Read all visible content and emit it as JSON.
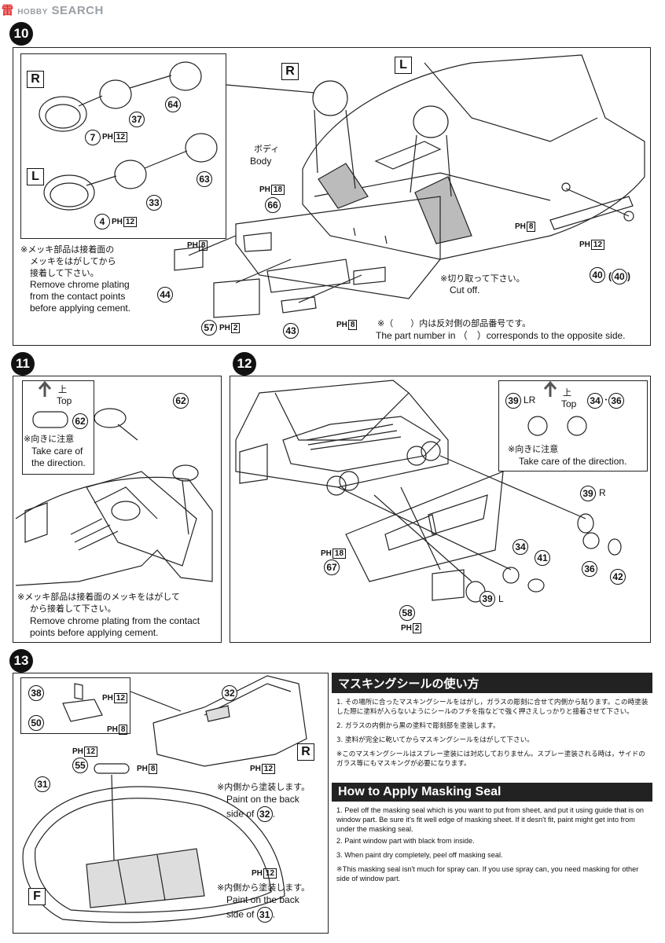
{
  "logo": {
    "cjk": "雷",
    "brand": "HOBBY",
    "suffix": "SEARCH"
  },
  "step10": {
    "number": "10",
    "box_R": "R",
    "box_L": "L",
    "box_R2": "R",
    "box_L2": "L",
    "parts": {
      "p64": "64",
      "p37": "37",
      "p7": "7",
      "p63": "63",
      "p33": "33",
      "p4": "4",
      "p66": "66",
      "p44": "44",
      "p57": "57",
      "p43": "43",
      "p40": "40",
      "p40b": "40"
    },
    "ph": {
      "ph12a": "12",
      "ph12b": "12",
      "ph18": "18",
      "ph8a": "8",
      "ph2": "2",
      "ph8b": "8",
      "ph8c": "8",
      "ph12c": "12"
    },
    "body_jp": "ボディ",
    "body_en": "Body",
    "chrome_jp1": "※メッキ部品は接着面の",
    "chrome_jp2": "メッキをはがしてから",
    "chrome_jp3": "接着して下さい。",
    "chrome_en1": "Remove chrome plating",
    "chrome_en2": "from the contact points",
    "chrome_en3": "before applying cement.",
    "cut_jp": "※切り取って下さい。",
    "cut_en": "Cut off.",
    "note_jp": "※（　　）内は反対側の部品番号です。",
    "note_en": "The part number in （　）corresponds to the opposite side."
  },
  "step11": {
    "number": "11",
    "top_jp": "上",
    "top_en": "Top",
    "p62a": "62",
    "p62b": "62",
    "dir_jp": "※向きに注意",
    "dir_en1": "Take care of",
    "dir_en2": "the direction.",
    "chrome_jp1": "※メッキ部品は接着面のメッキをはがして",
    "chrome_jp2": "から接着して下さい。",
    "chrome_en1": "Remove chrome plating from the contact",
    "chrome_en2": "points before applying cement."
  },
  "step12": {
    "number": "12",
    "p39lr": "39",
    "lr_label": "LR",
    "top_jp": "上",
    "top_en": "Top",
    "p34a": "34",
    "p36a": "36",
    "dir_jp": "※向きに注意",
    "dir_en": "Take care of the direction.",
    "p39r": "39",
    "r_label": "R",
    "p34": "34",
    "p41": "41",
    "p36": "36",
    "p42": "42",
    "p67": "67",
    "ph18": "18",
    "p39l": "39",
    "l_label": "L",
    "p58": "58",
    "ph2": "2"
  },
  "step13": {
    "number": "13",
    "p38": "38",
    "ph12a": "12",
    "p50": "50",
    "ph8a": "8",
    "p32": "32",
    "box_R": "R",
    "ph12b": "12",
    "ph12c": "12",
    "p55": "55",
    "ph8b": "8",
    "p31": "31",
    "box_F": "F",
    "ph12d": "12",
    "paint32_jp": "※内側から塗装します。",
    "paint32_en1": "Paint on the back",
    "paint32_en2": "side of",
    "p32b": "32",
    "paint31_jp": "※内側から塗装します。",
    "paint31_en1": "Paint on the back",
    "paint31_en2": "side of",
    "p31b": "31"
  },
  "masking_jp": {
    "title": "マスキングシールの使い方",
    "items": [
      "1. その場所に合ったマスキングシールをはがし，ガラスの彫刻に合せて内側から貼ります。この時塗装した際に塗料が入らないようにシールのフチを指などで強く押さえしっかりと接着させて下さい。",
      "2. ガラスの内側から黒の塗料で彫刻部を塗装します。",
      "3. 塗料が完全に乾いてからマスキングシールをはがして下さい。",
      "※このマスキングシールはスプレー塗装には対応しておりません。スプレー塗装される時は，サイドのガラス等にもマスキングが必要になります。"
    ]
  },
  "masking_en": {
    "title": "How to Apply Masking Seal",
    "items": [
      "1. Peel off the masking seal which is you want to put from sheet, and put it using guide that is on window part. Be sure it's fit well edge of masking sheet. If it desn't fit, paint might get into from under the masking seal.",
      "2. Paint window part with black from inside.",
      "3. When paint dry completely, peel off masking seal.",
      "※This masking seal isn't much for spray can. If you use spray can, you need masking for other side of window part."
    ]
  }
}
